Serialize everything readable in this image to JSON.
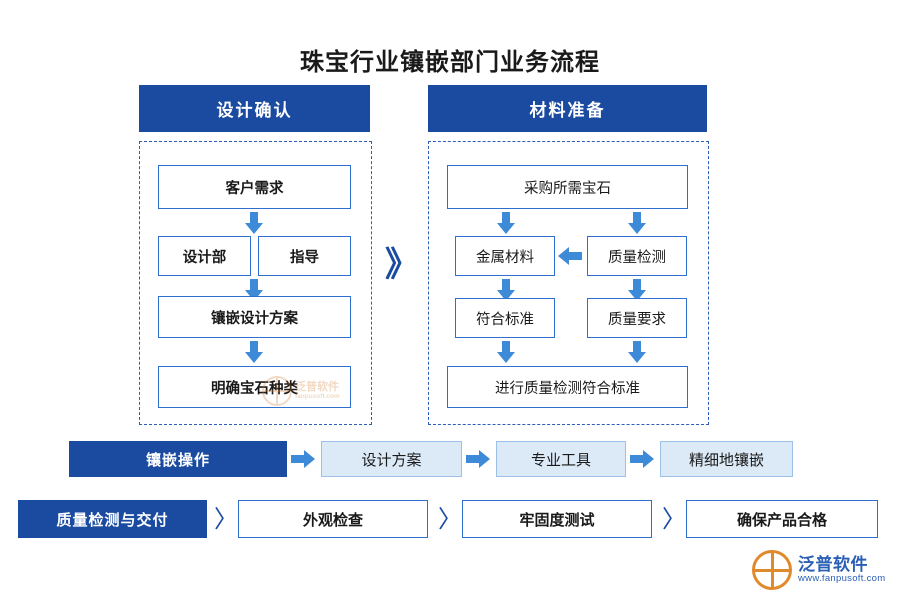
{
  "title": "珠宝行业镶嵌部门业务流程",
  "columns": [
    {
      "header": "设计确认",
      "nodes": [
        {
          "label": "客户需求",
          "bold": true
        },
        {
          "label": "设计部",
          "bold": true
        },
        {
          "label": "指导",
          "bold": true
        },
        {
          "label": "镶嵌设计方案",
          "bold": true
        },
        {
          "label": "明确宝石种类",
          "bold": true
        }
      ]
    },
    {
      "header": "材料准备",
      "nodes": [
        {
          "label": "采购所需宝石",
          "bold": false
        },
        {
          "label": "金属材料",
          "bold": false
        },
        {
          "label": "质量检测",
          "bold": false
        },
        {
          "label": "符合标准",
          "bold": false
        },
        {
          "label": "质量要求",
          "bold": false
        },
        {
          "label": "进行质量检测符合标准",
          "bold": false
        }
      ]
    }
  ],
  "separator": "》",
  "bottom_row_1": {
    "first": "镶嵌操作",
    "items": [
      "设计方案",
      "专业工具",
      "精细地镶嵌"
    ]
  },
  "bottom_row_2": {
    "first": "质量检测与交付",
    "separator": "〉",
    "items": [
      "外观检查",
      "牢固度测试",
      "确保产品合格"
    ]
  },
  "watermark": {
    "text": "泛普软件",
    "sub": "fanpusoft.com"
  },
  "logo": {
    "text": "泛普软件",
    "sub": "www.fanpusoft.com"
  },
  "colors": {
    "header_blue": "#1a4ba0",
    "node_border": "#2f6fd0",
    "arrow_blue": "#3d8ad8",
    "chip_fill": "#dce9f7",
    "logo_orange": "#e08a2e"
  }
}
